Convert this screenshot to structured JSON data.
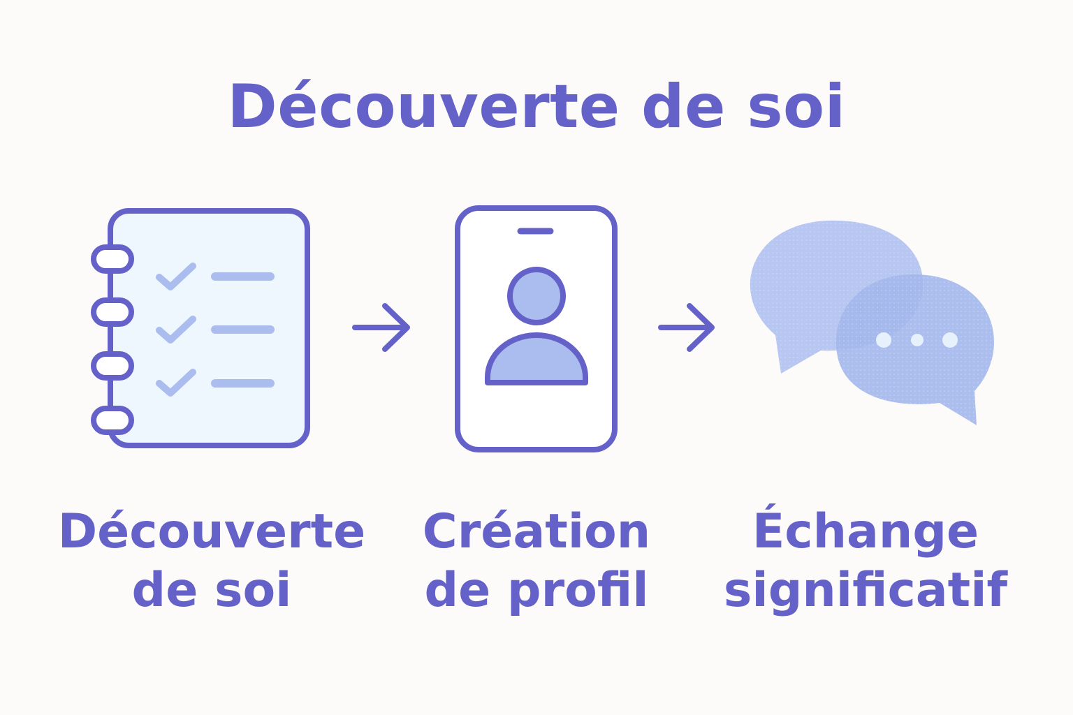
{
  "title": "Découverte de soi",
  "steps": [
    {
      "icon": "checklist-notebook-icon",
      "label_line1": "Découverte",
      "label_line2": "de soi"
    },
    {
      "icon": "profile-phone-icon",
      "label_line1": "Création",
      "label_line2": "de profil"
    },
    {
      "icon": "chat-bubbles-icon",
      "label_line1": "Échange",
      "label_line2": "significatif"
    }
  ],
  "connector_icon": "arrow-right-icon",
  "colors": {
    "primary": "#6461c9",
    "light_fill": "#aabdee",
    "notebook_page": "#eef7fd",
    "background": "#fdfbfa"
  }
}
